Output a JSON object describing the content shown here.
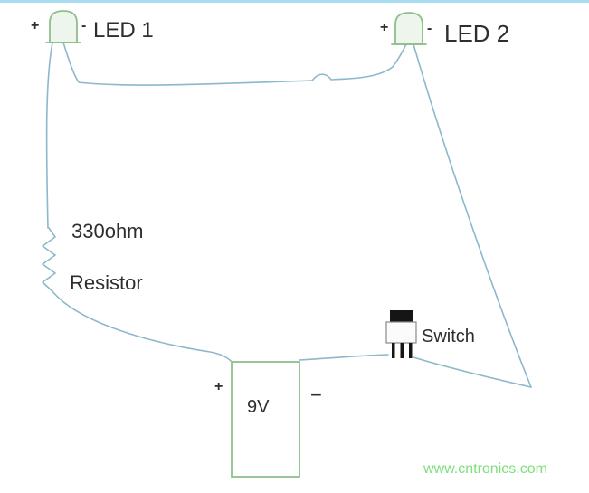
{
  "diagram": {
    "type": "circuit",
    "led1": {
      "label": "LED 1",
      "plus": "+",
      "minus": "-"
    },
    "led2": {
      "label": "LED 2",
      "plus": "+",
      "minus": "-"
    },
    "resistor": {
      "value": "330ohm",
      "label": "Resistor"
    },
    "battery": {
      "value": "9V",
      "plus": "+",
      "minus": "−"
    },
    "switch": {
      "label": "Switch"
    },
    "watermark": "www.cntronics.com",
    "colors": {
      "wire": "#8cb8cb",
      "component_outline": "#8fbf8a",
      "label_text": "#2e2e2e",
      "watermark": "#7de07d",
      "switch_dark": "#151515",
      "top_border": "#a8dcf0"
    }
  }
}
